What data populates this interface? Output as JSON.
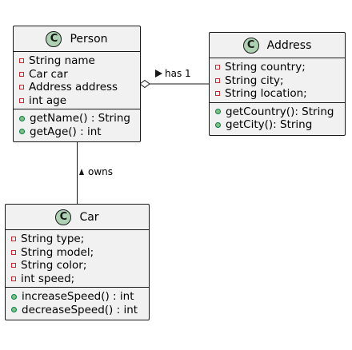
{
  "classes": {
    "person": {
      "icon": "C",
      "name": "Person",
      "fields": [
        "String name",
        "Car car",
        "Address address",
        "int age"
      ],
      "methods": [
        "getName() : String",
        "getAge() : int"
      ]
    },
    "address": {
      "icon": "C",
      "name": "Address",
      "fields": [
        "String country;",
        "String city;",
        "String location;"
      ],
      "methods": [
        "getCountry(): String",
        "getCity(): String"
      ]
    },
    "car": {
      "icon": "C",
      "name": "Car",
      "fields": [
        "String type;",
        "String model;",
        "String color;",
        "int speed;"
      ],
      "methods": [
        "increaseSpeed() : int",
        "decreaseSpeed() : int"
      ]
    }
  },
  "relations": {
    "person_address": {
      "label": "has 1",
      "arrow_icon": "triangle-right-icon"
    },
    "person_car": {
      "label": "owns",
      "arrow_icon": "triangle-up-icon"
    }
  },
  "colors": {
    "box_fill": "#f1f1f1",
    "border": "#181818",
    "class_icon_fill": "#add1b2",
    "private_marker": "#c82930",
    "public_marker_fill": "#84be84",
    "public_marker_border": "#038048"
  }
}
